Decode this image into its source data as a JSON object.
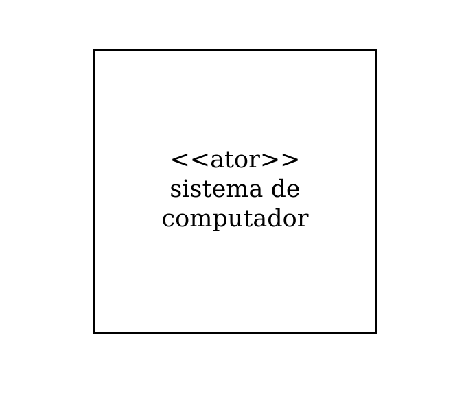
{
  "actor": {
    "stereotype": "<<ator>>",
    "name_line1": "sistema de",
    "name_line2": "computador"
  },
  "colors": {
    "background": "#ffffff",
    "stroke": "#000000",
    "text": "#000000"
  }
}
